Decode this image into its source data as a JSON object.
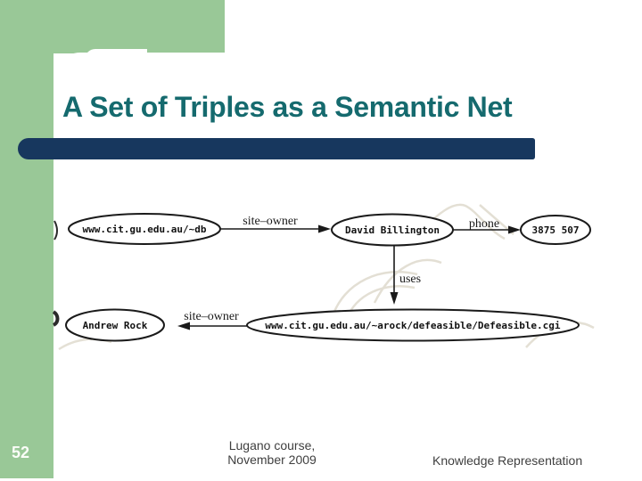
{
  "slide": {
    "title": "A Set of Triples as a Semantic Net",
    "colors": {
      "template_green": "#99c897",
      "title_teal": "#156a6e",
      "bar_navy": "#17375e",
      "diagram_ink": "#1a1a1a"
    },
    "diagram": {
      "nodes": [
        {
          "id": "db-site",
          "label": "www.cit.gu.edu.au/~db"
        },
        {
          "id": "david",
          "label": "David Billington"
        },
        {
          "id": "phone-number",
          "label": "3875 507"
        },
        {
          "id": "andrew",
          "label": "Andrew Rock"
        },
        {
          "id": "defeasible-site",
          "label": "www.cit.gu.edu.au/~arock/defeasible/Defeasible.cgi"
        }
      ],
      "edges": [
        {
          "label": "site–owner",
          "from": "db-site",
          "to": "david"
        },
        {
          "label": "phone",
          "from": "david",
          "to": "phone-number"
        },
        {
          "label": "uses",
          "from": "david",
          "to": "defeasible-site"
        },
        {
          "label": "site–owner",
          "from": "defeasible-site",
          "to": "andrew"
        }
      ]
    },
    "footer": {
      "slide_number": "52",
      "course_line1": "Lugano course,",
      "course_line2": "November 2009",
      "right_text": "Knowledge Representation"
    }
  }
}
